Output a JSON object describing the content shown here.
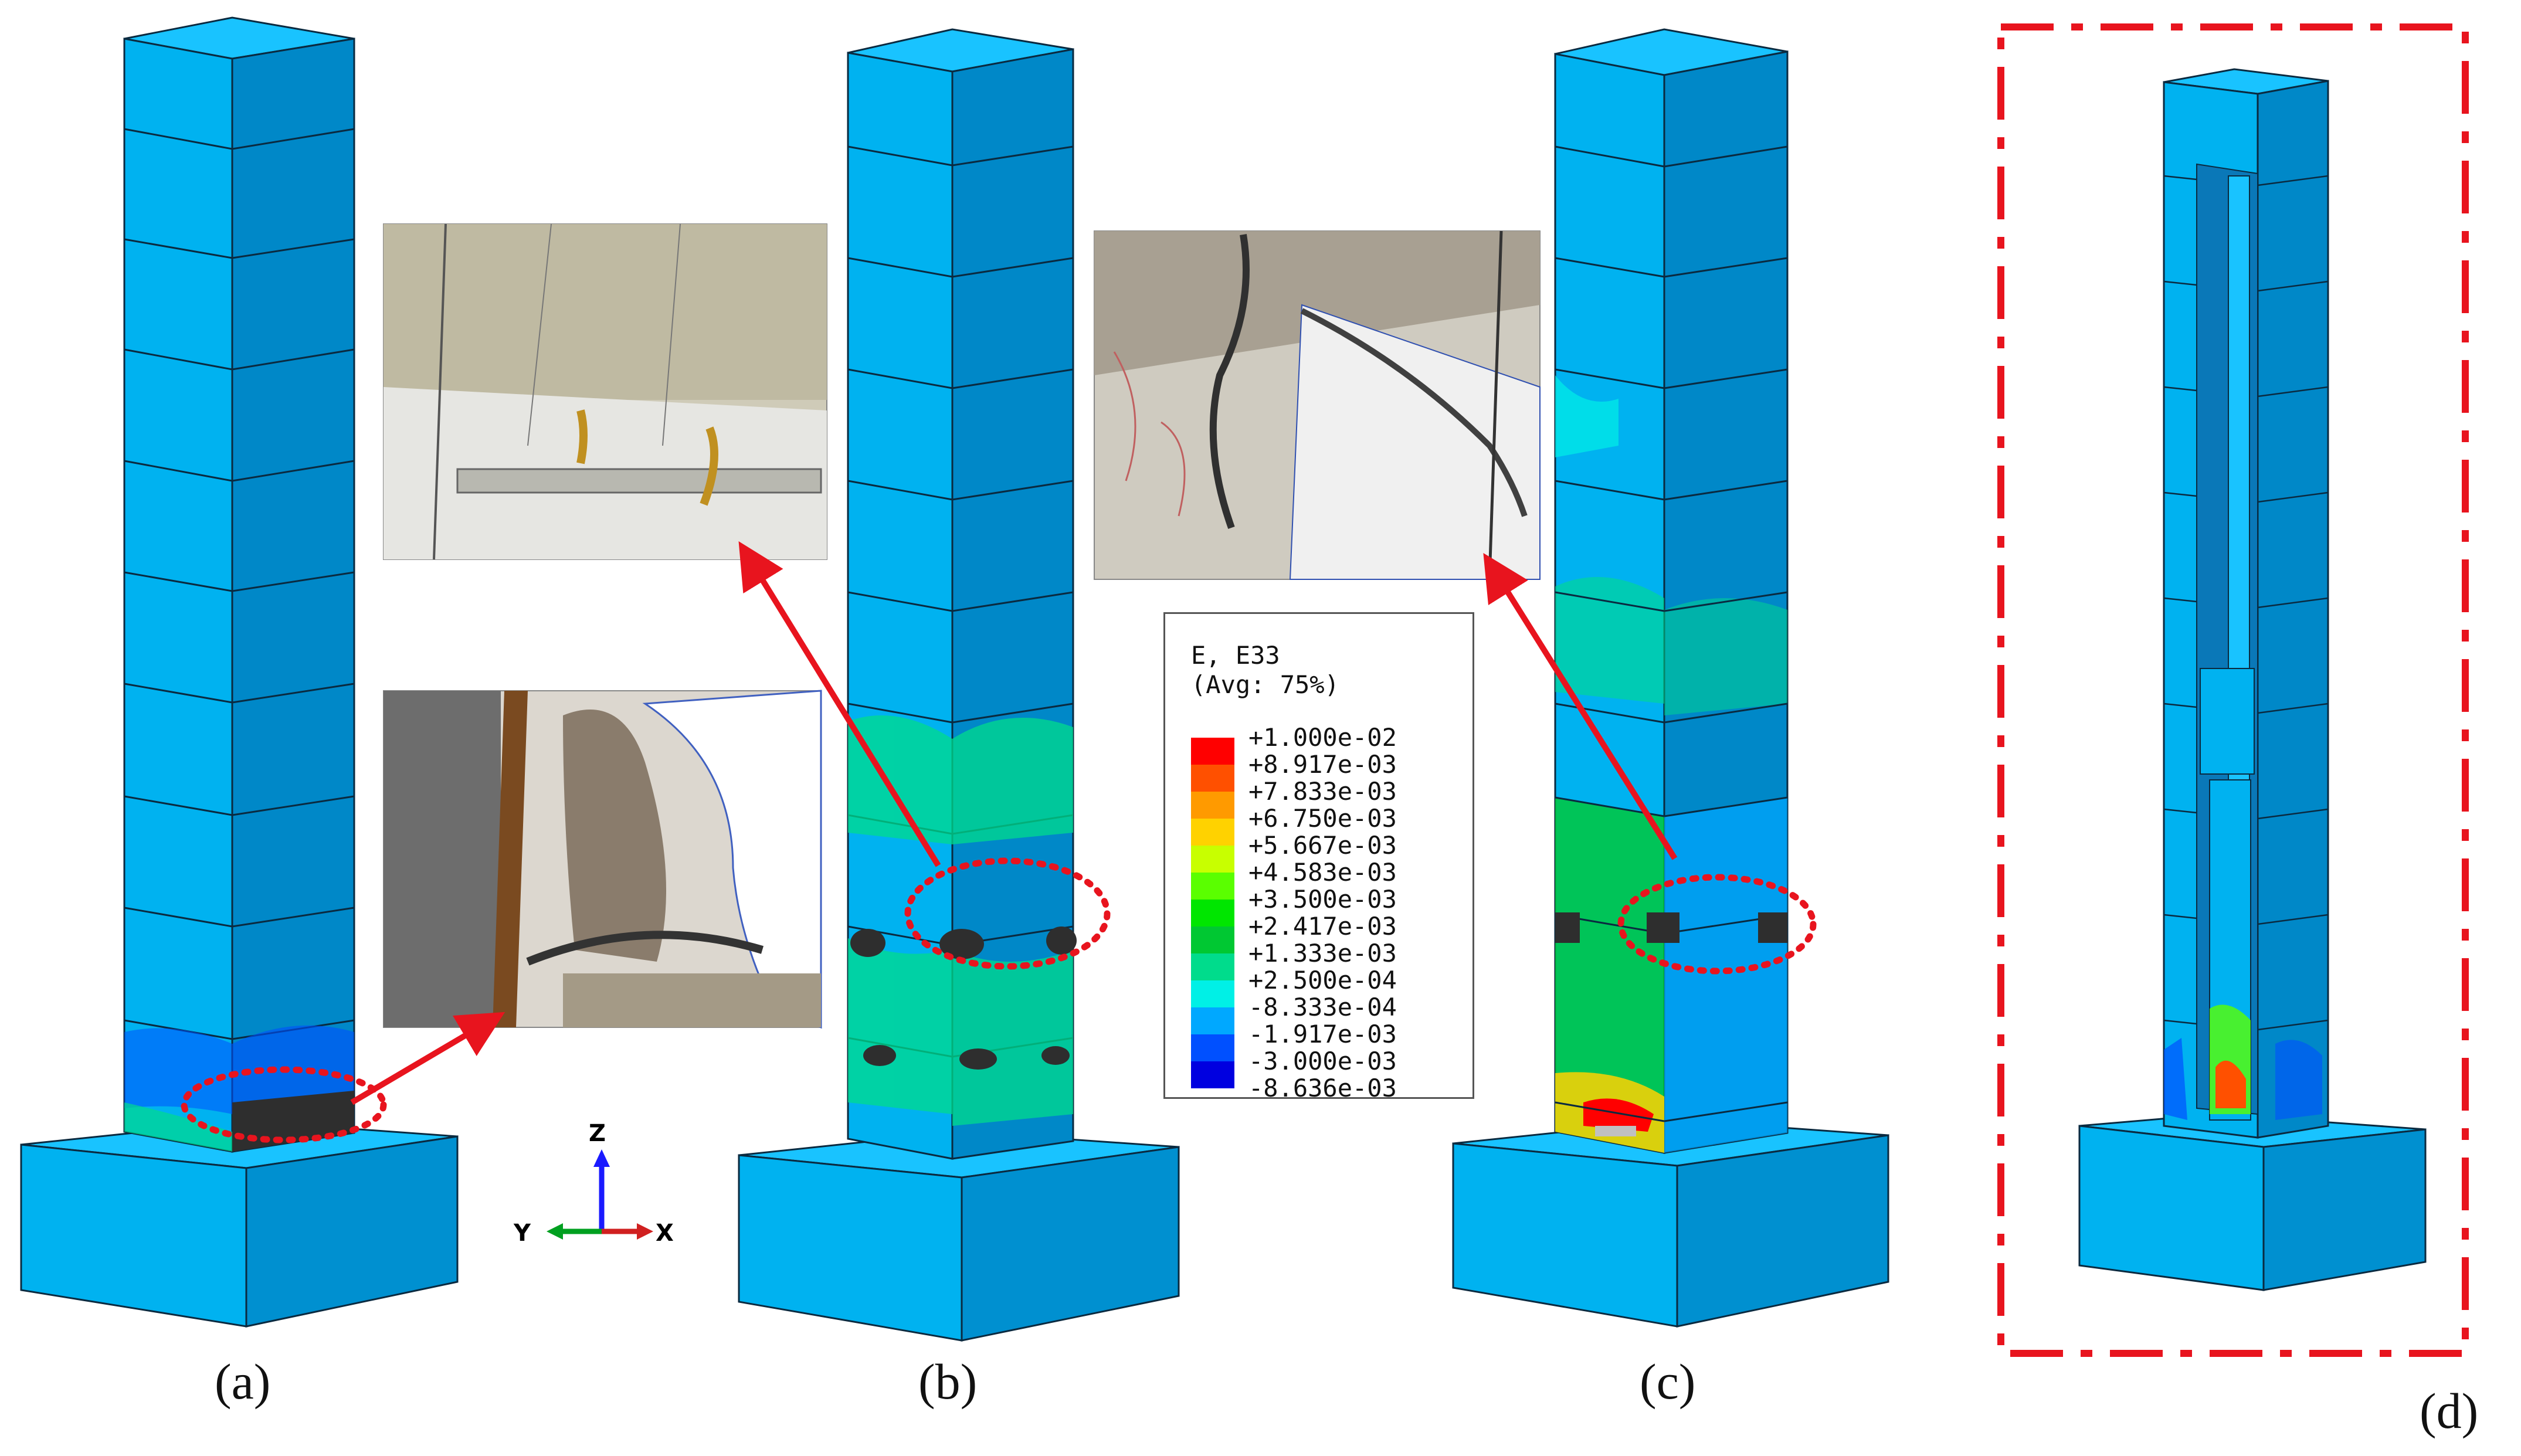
{
  "panels": [
    {
      "id": "a",
      "label": "(a)"
    },
    {
      "id": "b",
      "label": "(b)"
    },
    {
      "id": "c",
      "label": "(c)"
    },
    {
      "id": "d",
      "label": "(d)"
    }
  ],
  "legend": {
    "title_line1": "E, E33",
    "title_line2": "(Avg: 75%)",
    "values": [
      "+1.000e-02",
      "+8.917e-03",
      "+7.833e-03",
      "+6.750e-03",
      "+5.667e-03",
      "+4.583e-03",
      "+3.500e-03",
      "+2.417e-03",
      "+1.333e-03",
      "+2.500e-04",
      "-8.333e-04",
      "-1.917e-03",
      "-3.000e-03",
      "-8.636e-03"
    ],
    "colors": [
      "#ff0000",
      "#ff5000",
      "#ff9a00",
      "#ffd200",
      "#c8ff00",
      "#5aff00",
      "#00e600",
      "#00c832",
      "#00dc8c",
      "#00f0e6",
      "#00a8ff",
      "#0050ff",
      "#0000e0",
      "#2e2e2e"
    ]
  },
  "triad": {
    "z": "Z",
    "y": "Y",
    "x": "X"
  },
  "colors": {
    "concrete_light": "#00b2f0",
    "concrete_dark": "#0088c8",
    "concrete_top": "#19c3ff",
    "annotation_red": "#e8141e"
  }
}
